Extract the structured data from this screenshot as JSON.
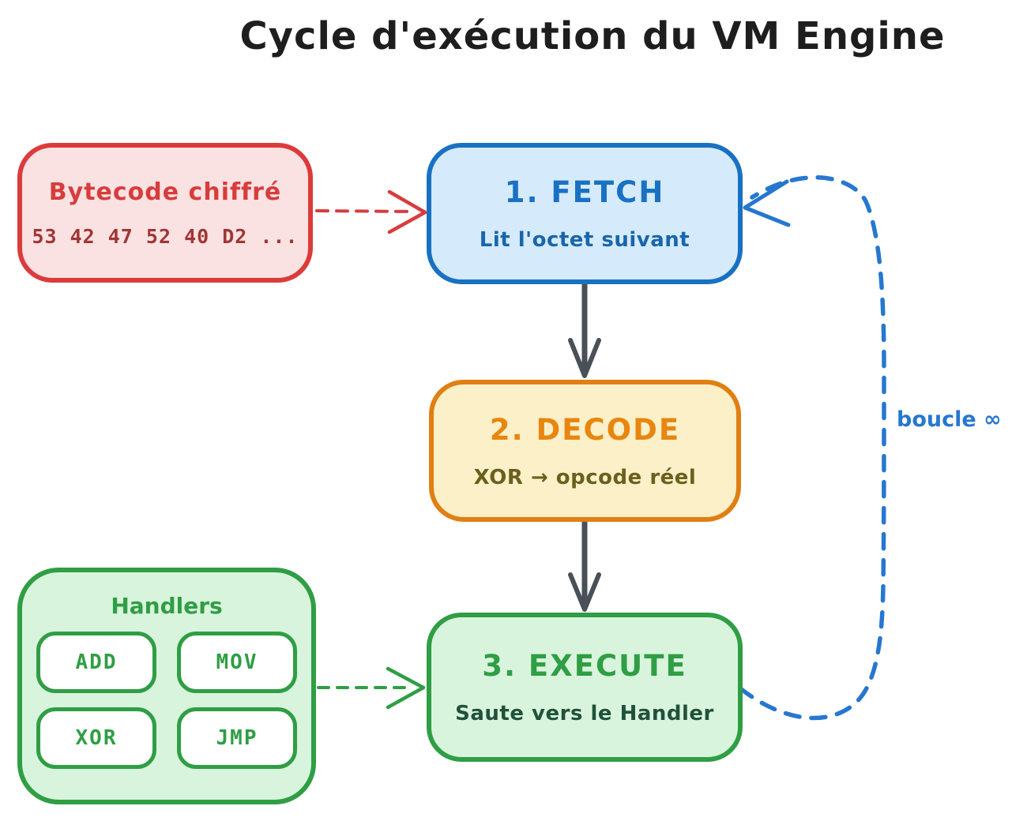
{
  "title": "Cycle d'exécution du VM Engine",
  "colors": {
    "title_text": "#1e1e1e",
    "red_stroke": "#dc3b3b",
    "red_fill": "#fae2e2",
    "red_title": "#d83c3c",
    "bytes_text": "#a03636",
    "blue_stroke": "#1971c2",
    "blue_fill": "#d5eafb",
    "blue_subtitle": "#1966ab",
    "orange_stroke": "#e07f13",
    "orange_fill": "#fcf0c9",
    "orange_title": "#e8860f",
    "orange_subtitle": "#6b5f1d",
    "green_stroke": "#2f9e44",
    "green_fill": "#d9f4dd",
    "green_subtitle": "#21513a",
    "chip_bg": "#ffffff",
    "dark_arrow": "#495057",
    "loop_blue": "#2677cf"
  },
  "nodes": {
    "bytecode": {
      "title": "Bytecode chiffré",
      "bytes": "53 42 47 52 40 D2 ..."
    },
    "fetch": {
      "title": "1. FETCH",
      "subtitle": "Lit l'octet suivant"
    },
    "decode": {
      "title": "2. DECODE",
      "subtitle": "XOR → opcode réel"
    },
    "execute": {
      "title": "3. EXECUTE",
      "subtitle": "Saute vers le Handler"
    },
    "handlers": {
      "title": "Handlers",
      "items": [
        "ADD",
        "MOV",
        "XOR",
        "JMP"
      ]
    }
  },
  "loop": {
    "label": "boucle ∞"
  }
}
